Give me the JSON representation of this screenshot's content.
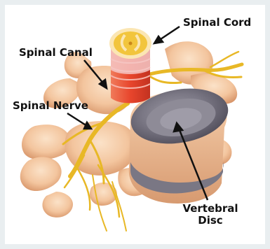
{
  "labels": {
    "spinal_cord": "Spinal Cord",
    "spinal_canal": "Spinal Canal",
    "spinal_nerve": "Spinal Nerve",
    "vertebral_disc_line1": "Vertebral",
    "vertebral_disc_line2": "Disc"
  },
  "colors": {
    "frame": "#e9eef0",
    "bone": "#f3c9a4",
    "bone_shadow": "#d99c72",
    "disc": "#6d6a78",
    "disc_center": "#8b8894",
    "cord_red": "#e8452c",
    "cord_pink": "#f4c7c5",
    "cord_core": "#f2c53d",
    "nerve": "#e8b826",
    "arrow": "#111111"
  },
  "icons": {
    "spine_illustration": "vertebra-anatomy-illustration"
  }
}
